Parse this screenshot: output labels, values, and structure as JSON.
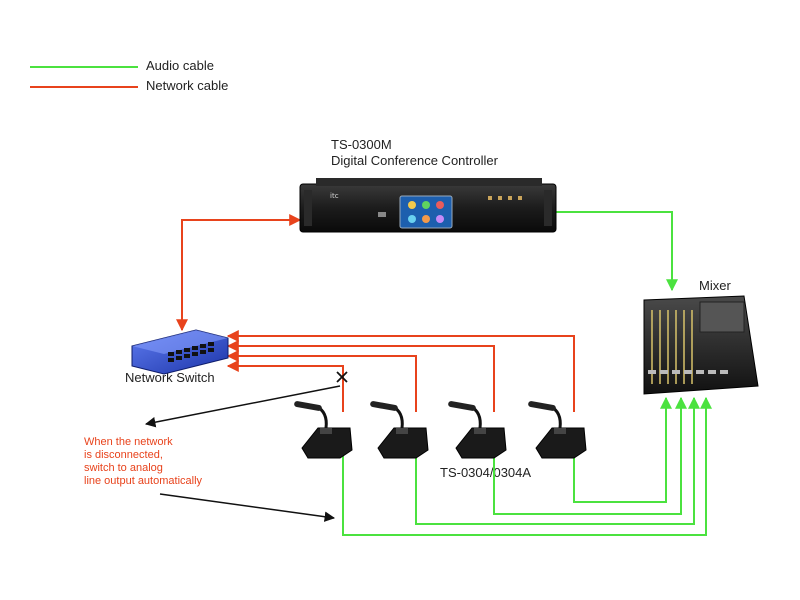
{
  "legend": {
    "items": [
      {
        "label": "Audio cable",
        "color": "#4be23f"
      },
      {
        "label": "Network cable",
        "color": "#e8431c"
      }
    ]
  },
  "controller": {
    "model": "TS-0300M",
    "name": "Digital Conference Controller",
    "logo": "itc"
  },
  "mixer": {
    "label": "Mixer"
  },
  "switch": {
    "label": "Network Switch"
  },
  "microphones": {
    "label": "TS-0304/0304A"
  },
  "note": {
    "lines": [
      "When the network",
      "is disconnected,",
      "switch to analog",
      "line output automatically"
    ],
    "color": "#e8431c"
  },
  "colors": {
    "audio": "#4be23f",
    "network": "#e8431c",
    "device_dark": "#1c1c1c",
    "switch_blue": "#2f4fd6",
    "disconnect_mark": "#111111"
  },
  "icons": [
    "disconnect-x-icon",
    "arrow-icon"
  ]
}
